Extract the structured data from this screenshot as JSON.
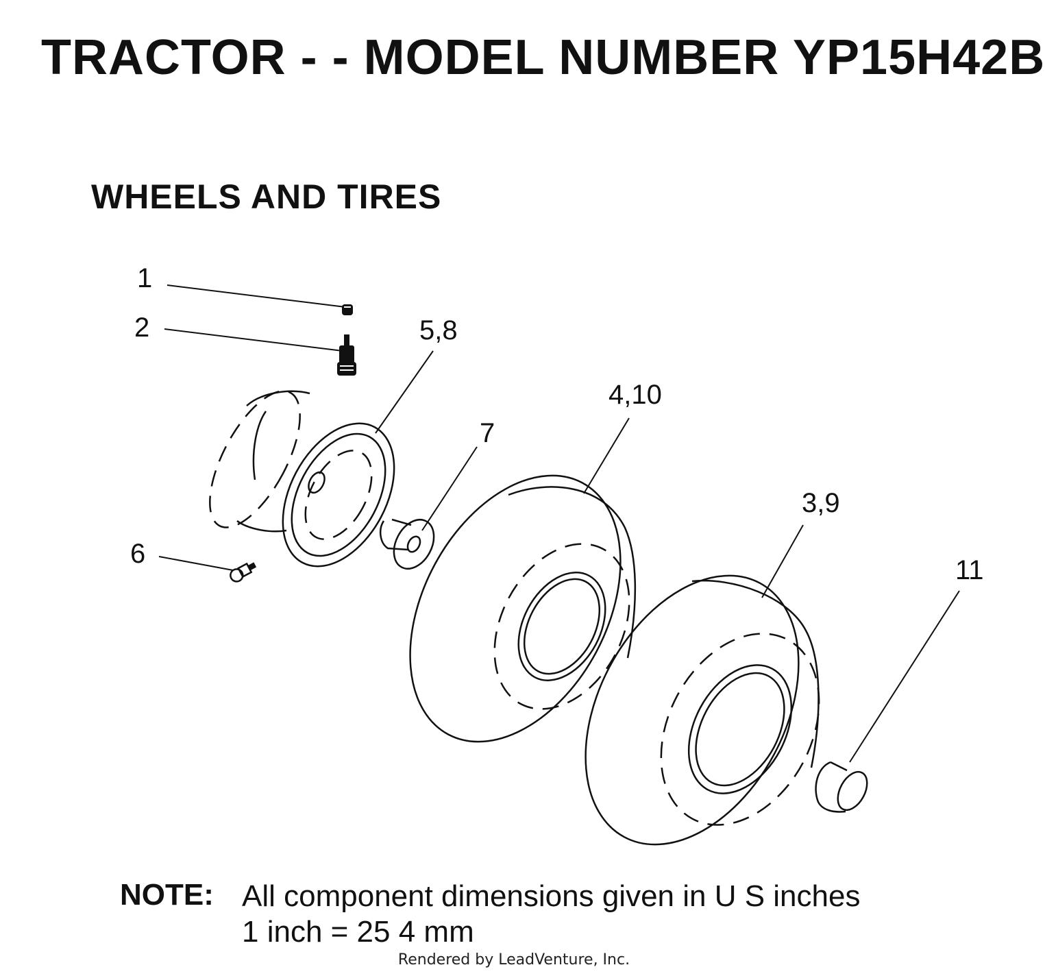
{
  "header": {
    "title": "TRACTOR - - MODEL NUMBER YP15H42B",
    "section": "WHEELS AND TIRES"
  },
  "callouts": {
    "c1": "1",
    "c2": "2",
    "c58": "5,8",
    "c410": "4,10",
    "c7": "7",
    "c39": "3,9",
    "c6": "6",
    "c11": "11"
  },
  "note": {
    "label": "NOTE:",
    "line1": "All component dimensions given in U S  inches",
    "line2": "1 inch = 25 4 mm"
  },
  "footer": {
    "text": "Rendered by LeadVenture, Inc."
  },
  "icons": {
    "valve_cap": "valve-cap-icon",
    "valve_stem": "valve-stem-icon",
    "grease_fitting": "grease-fitting-icon",
    "wheel_rim": "wheel-rim-icon",
    "bushing": "flange-bushing-icon",
    "front_tire": "front-tire-icon",
    "rear_tire": "rear-tire-icon",
    "hub_cap": "hub-cap-icon"
  }
}
